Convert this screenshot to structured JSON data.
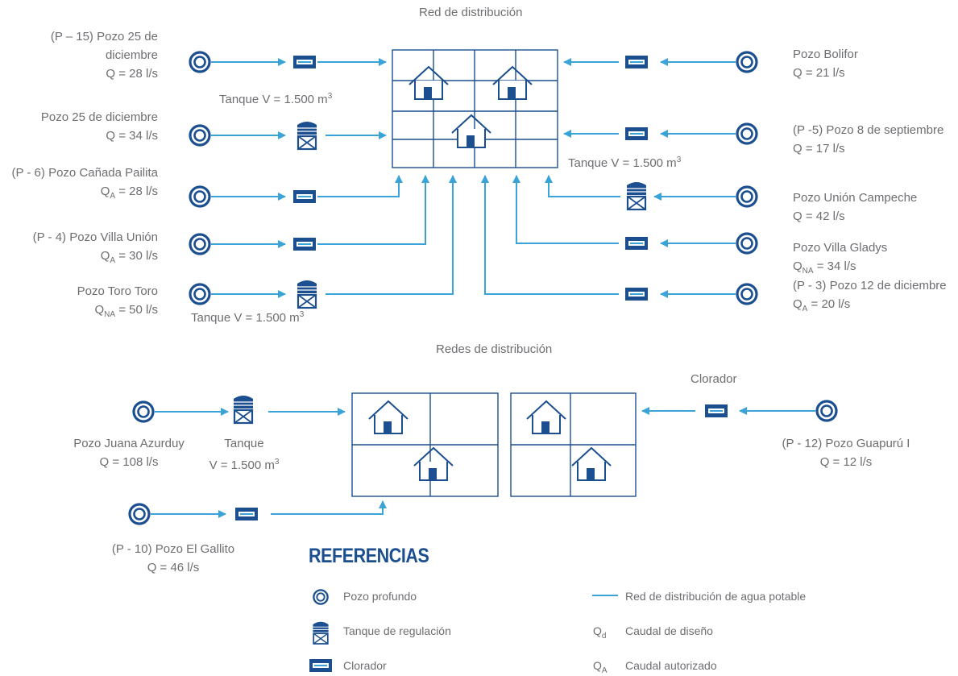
{
  "titles": {
    "top": "Red de distribución",
    "bottom": "Redes de distribución"
  },
  "wells": {
    "w1": {
      "name_line1": "(P – 15) Pozo 25 de",
      "name_line2": "diciembre",
      "flow": "Q = 28 l/s"
    },
    "w2": {
      "name": "Pozo 25 de diciembre",
      "flow": "Q = 34 l/s"
    },
    "w3": {
      "name": "(P - 6) Pozo Cañada Pailita",
      "flow_q": "Q",
      "flow_sub": "A",
      "flow_val": " = 28 l/s"
    },
    "w4": {
      "name": "(P - 4) Pozo Villa Unión",
      "flow_q": "Q",
      "flow_sub": "A",
      "flow_val": " = 30 l/s"
    },
    "w5": {
      "name": "Pozo Toro Toro",
      "flow_q": "Q",
      "flow_sub": "NA",
      "flow_val": " = 50 l/s"
    },
    "e1": {
      "name": "Pozo Bolifor",
      "flow": "Q = 21 l/s"
    },
    "e2": {
      "name": "(P -5) Pozo 8 de septiembre",
      "flow": "Q = 17 l/s"
    },
    "e3": {
      "name": "Pozo Unión Campeche",
      "flow": "Q = 42 l/s"
    },
    "e4": {
      "name": "Pozo Villa Gladys",
      "flow_q": "Q",
      "flow_sub": "NA",
      "flow_val": " = 34 l/s"
    },
    "e5": {
      "name": "(P - 3) Pozo 12 de diciembre",
      "flow_q": "Q",
      "flow_sub": "A",
      "flow_val": " = 20 l/s"
    },
    "b1": {
      "name": "Pozo Juana Azurduy",
      "flow": "Q = 108 l/s"
    },
    "b2": {
      "name": "(P - 10) Pozo El Gallito",
      "flow": "Q = 46  l/s"
    },
    "b3": {
      "name": "(P - 12) Pozo Guapurú I",
      "flow": "Q = 12 l/s"
    }
  },
  "tanks": {
    "t1": {
      "text": "Tanque V = 1.500 m",
      "sup": "3"
    },
    "t2": {
      "text": "Tanque V = 1.500 m",
      "sup": "3"
    },
    "t3": {
      "text": "Tanque V = 1.500 m",
      "sup": "3"
    },
    "t4": {
      "line1": "Tanque",
      "line2": "V = 1.500 m",
      "sup": "3"
    }
  },
  "clorador_label": "Clorador",
  "references": {
    "title": "REFERENCIAS",
    "pozo": "Pozo profundo",
    "tanque": "Tanque de regulación",
    "clorador": "Clorador",
    "red": "Red de distribución de agua potable",
    "qd_symbol": "Q",
    "qd_sub": "d",
    "qd": "Caudal de diseño",
    "qa_symbol": "Q",
    "qa_sub": "A",
    "qa": "Caudal autorizado"
  },
  "colors": {
    "line": "#3aa3d8",
    "dark": "#1b4f8f",
    "text": "#6d6e71"
  },
  "icons": [
    "well-icon",
    "tank-icon",
    "chlorinator-icon",
    "house-icon",
    "arrow-icon"
  ]
}
